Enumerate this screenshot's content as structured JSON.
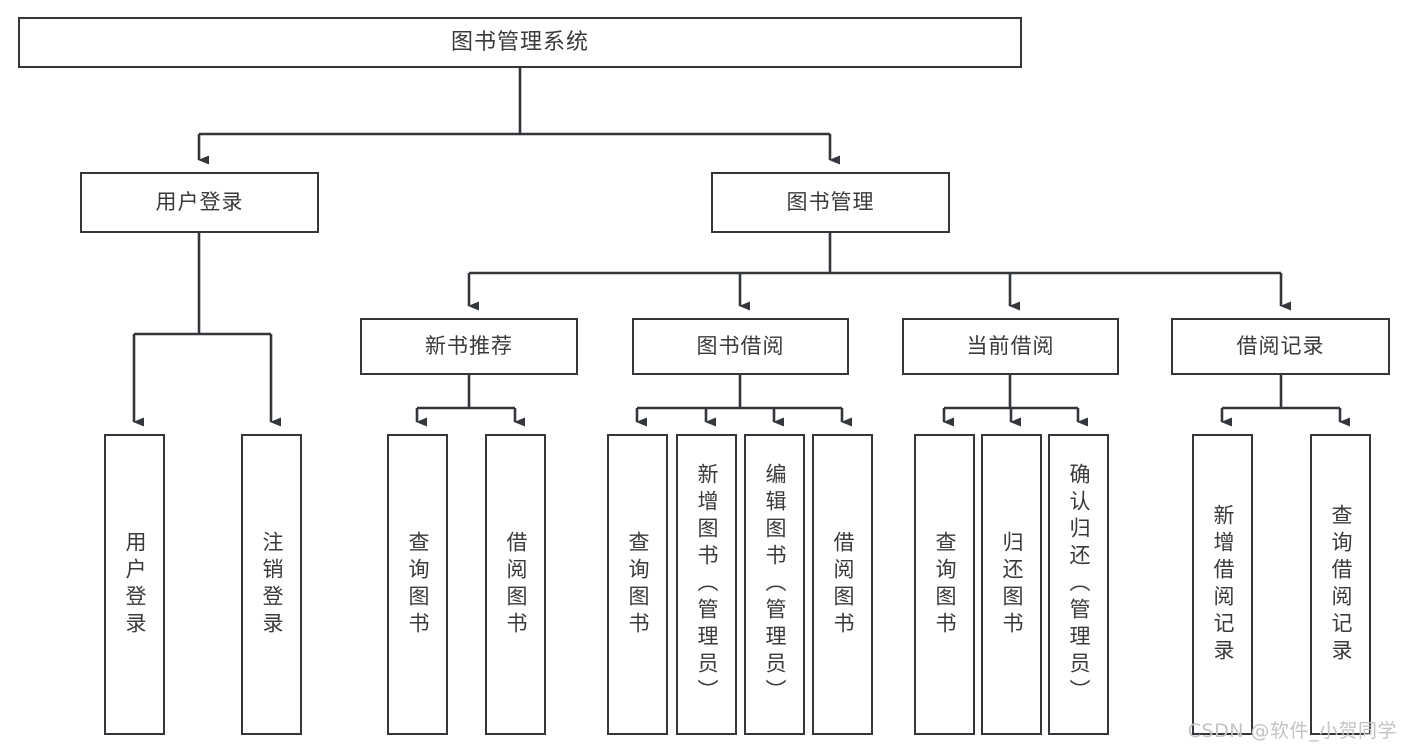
{
  "diagram": {
    "title": "图书管理系统",
    "type": "tree",
    "root": {
      "label": "图书管理系统"
    },
    "level2": [
      {
        "label": "用户登录"
      },
      {
        "label": "图书管理"
      }
    ],
    "level3": [
      {
        "label": "新书推荐"
      },
      {
        "label": "图书借阅"
      },
      {
        "label": "当前借阅"
      },
      {
        "label": "借阅记录"
      }
    ],
    "leaves": {
      "user_login": [
        {
          "label": "用户登录"
        },
        {
          "label": "注销登录"
        }
      ],
      "new_book_recommend": [
        {
          "label": "查询图书"
        },
        {
          "label": "借阅图书"
        }
      ],
      "book_borrow": [
        {
          "label": "查询图书"
        },
        {
          "label": "新增图书（管理员）"
        },
        {
          "label": "编辑图书（管理员）"
        },
        {
          "label": "借阅图书"
        }
      ],
      "current_borrow": [
        {
          "label": "查询图书"
        },
        {
          "label": "归还图书"
        },
        {
          "label": "确认归还（管理员）"
        }
      ],
      "borrow_record": [
        {
          "label": "新增借阅记录"
        },
        {
          "label": "查询借阅记录"
        }
      ]
    }
  },
  "watermark": {
    "text": "CSDN @软件_小贺同学"
  },
  "colors": {
    "border": "#33373b",
    "text": "#3a3a3a",
    "background": "#ffffff",
    "watermark": "#c3c3c3"
  }
}
